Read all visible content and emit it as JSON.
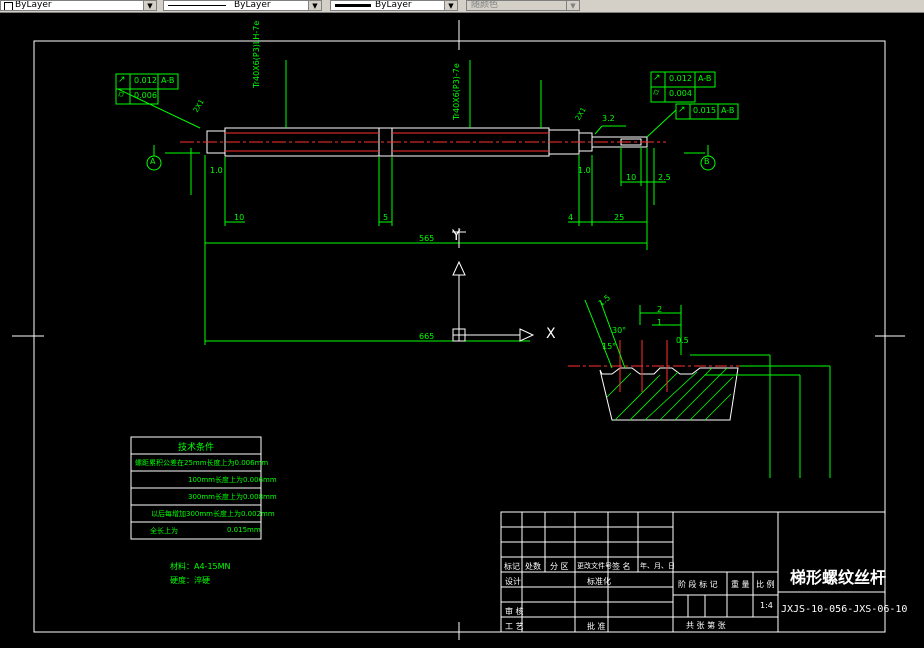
{
  "toolbar": {
    "color_control": {
      "value": "ByLayer"
    },
    "linetype_control": {
      "value": "ByLayer"
    },
    "lineweight_control": {
      "value": "ByLayer"
    },
    "plotstyle_control": {
      "value": "随颜色"
    }
  },
  "drawing": {
    "datum_a": "A",
    "datum_b": "B",
    "gdt_left": [
      {
        "symbol": "↗",
        "value": "0.012",
        "datum": "A-B"
      },
      {
        "symbol": "⌭",
        "value": "0.006",
        "datum": ""
      }
    ],
    "gdt_right": [
      {
        "symbol": "↗",
        "value": "0.012",
        "datum": "A-B"
      },
      {
        "symbol": "⌭",
        "value": "0.004",
        "datum": ""
      },
      {
        "symbol": "↗",
        "value": "0.015",
        "datum": "A-B"
      }
    ],
    "thread_callout_left": "Tr40X6(P3)LH-7e",
    "thread_callout_mid": "Tr40X6(P3)-7e",
    "dims": {
      "d10_left": "10",
      "d5": "5",
      "d4": "4",
      "d25": "25",
      "d10_right": "10",
      "d2_5": "2.5",
      "d3_2": "3.2",
      "r1_0_left": "1.0",
      "r1_0_right": "1.0",
      "overall_top": "565",
      "overall_bottom": "665",
      "chamfer_left": "2X1",
      "chamfer_right": "2X1",
      "d2": "2",
      "d1": "1",
      "d30": "30°",
      "d15": "15°",
      "d0_5": "0.5",
      "d1_5": "1.5"
    },
    "ucs_x": "X",
    "ucs_y": "Y"
  },
  "tech_req": {
    "title": "技术条件",
    "rows": [
      {
        "text": "螺距累积公差在25mm长度上为0.006mm",
        "value": ""
      },
      {
        "text": "100mm长度上为0.006mm",
        "value": ""
      },
      {
        "text": "300mm长度上为0.008mm",
        "value": ""
      },
      {
        "text": "以后每增加300mm长度上为0.002mm",
        "value": ""
      },
      {
        "text": "全长上为",
        "value": "0.015mm"
      }
    ],
    "material": "材料：A4-15MN",
    "heat": "硬度：淬硬"
  },
  "title_block": {
    "part_name": "梯形螺纹丝杆",
    "drawing_no": "JXJS-10-056-JXS-06-10",
    "labels": {
      "mark": "标记",
      "count": "处数",
      "zone": "分 区",
      "change_doc": "更改文件号",
      "sign": "签 名",
      "date": "年、月、日",
      "design": "设计",
      "standard": "标准化",
      "stage": "阶 段 标 记",
      "weight": "重 量",
      "scale": "比 例",
      "review": "审 核",
      "process": "工 艺",
      "approve": "批 准",
      "sheets": "共   张   第   张"
    },
    "scale_value": "1:4"
  }
}
